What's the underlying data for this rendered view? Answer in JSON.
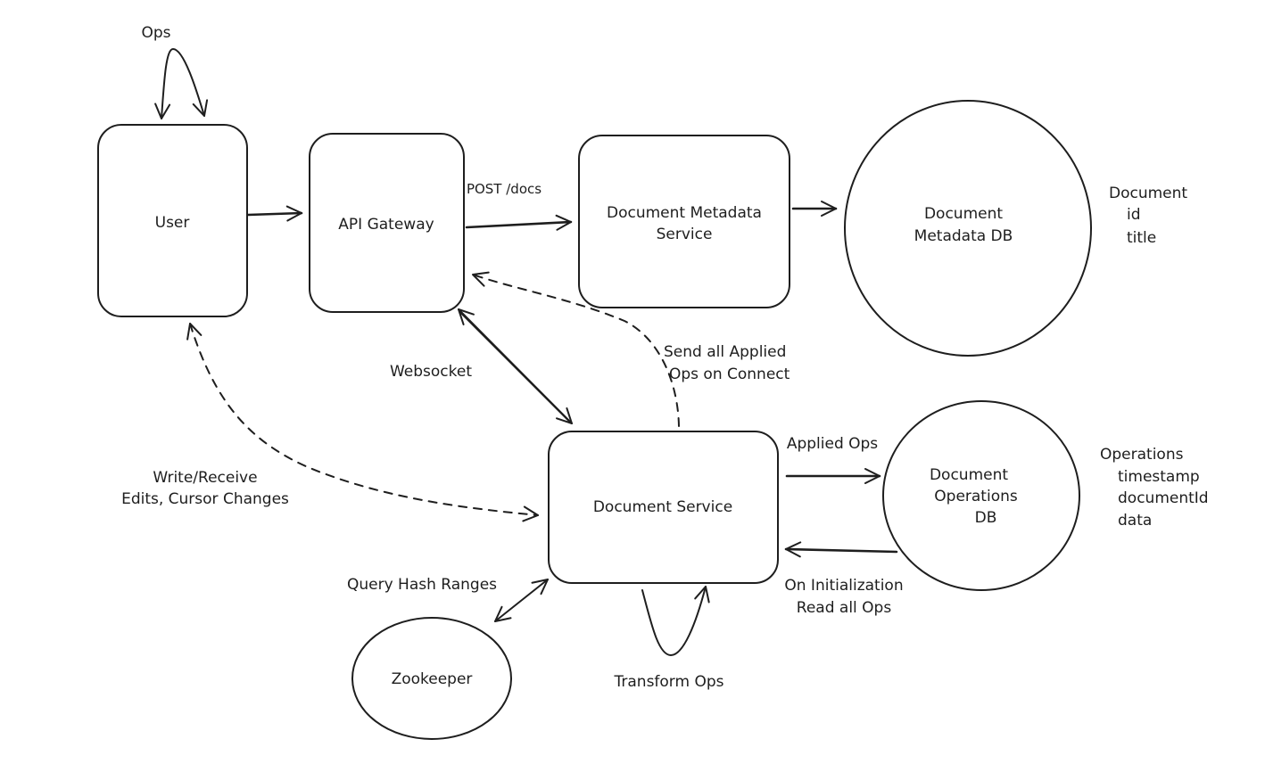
{
  "diagram": {
    "nodes": {
      "user": {
        "label": [
          "User"
        ]
      },
      "api_gateway": {
        "label": [
          "API Gateway"
        ]
      },
      "doc_metadata_service": {
        "label": [
          "Document Metadata",
          "Service"
        ]
      },
      "doc_metadata_db": {
        "label": [
          "Document",
          "Metadata DB"
        ]
      },
      "doc_service": {
        "label": [
          "Document Service"
        ]
      },
      "doc_operations_db": {
        "label": [
          "Document",
          "Operations",
          "DB"
        ]
      },
      "zookeeper": {
        "label": [
          "Zookeeper"
        ]
      }
    },
    "edge_labels": {
      "ops_self_loop": [
        "Ops"
      ],
      "post_docs": [
        "POST /docs"
      ],
      "websocket": [
        "Websocket"
      ],
      "send_applied_ops": [
        "Send all Applied",
        "Ops on Connect"
      ],
      "write_receive": [
        "Write/Receive",
        "Edits, Cursor Changes"
      ],
      "applied_ops": [
        "Applied Ops"
      ],
      "on_init_read": [
        "On Initialization",
        "Read all Ops"
      ],
      "query_hash_ranges": [
        "Query Hash Ranges"
      ],
      "transform_ops": [
        "Transform Ops"
      ]
    },
    "annotations": {
      "metadata_schema": [
        "Document",
        "id",
        "title"
      ],
      "operations_schema": [
        "Operations",
        "timestamp",
        "documentId",
        "data"
      ]
    },
    "edges": [
      {
        "from": "user",
        "to": "user",
        "label": "ops_self_loop",
        "style": "solid"
      },
      {
        "from": "user",
        "to": "api_gateway",
        "style": "solid"
      },
      {
        "from": "api_gateway",
        "to": "doc_metadata_service",
        "label": "post_docs",
        "style": "solid"
      },
      {
        "from": "doc_metadata_service",
        "to": "doc_metadata_db",
        "style": "solid"
      },
      {
        "from": "api_gateway",
        "to": "doc_service",
        "label": "websocket",
        "style": "solid",
        "bidirectional": true
      },
      {
        "from": "doc_service",
        "to": "api_gateway",
        "label": "send_applied_ops",
        "style": "dashed"
      },
      {
        "from": "user",
        "to": "doc_service",
        "label": "write_receive",
        "style": "dashed",
        "bidirectional": true
      },
      {
        "from": "doc_service",
        "to": "doc_operations_db",
        "label": "applied_ops",
        "style": "solid"
      },
      {
        "from": "doc_operations_db",
        "to": "doc_service",
        "label": "on_init_read",
        "style": "solid"
      },
      {
        "from": "doc_service",
        "to": "zookeeper",
        "label": "query_hash_ranges",
        "style": "solid",
        "bidirectional": true
      },
      {
        "from": "doc_service",
        "to": "doc_service",
        "label": "transform_ops",
        "style": "solid"
      }
    ],
    "colors": {
      "stroke": "#1e1e1e",
      "background": "#ffffff"
    }
  }
}
